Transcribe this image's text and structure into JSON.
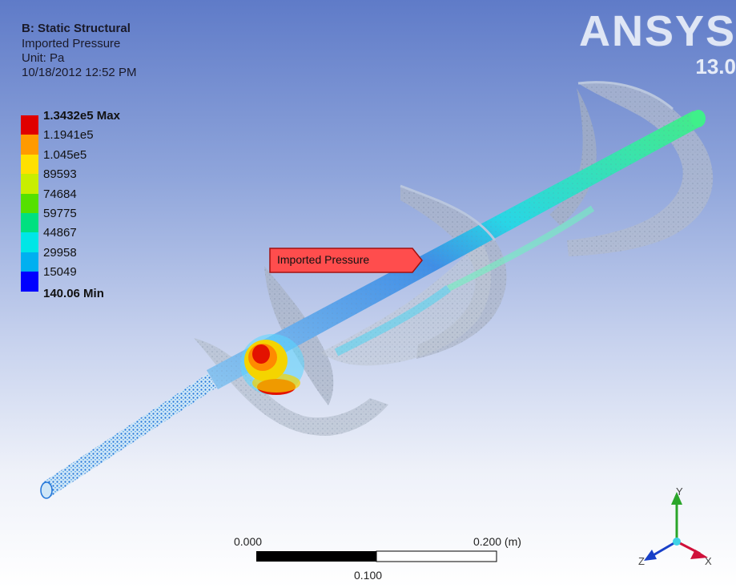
{
  "header": {
    "title": "B: Static Structural",
    "subtitle": "Imported Pressure",
    "unit": "Unit: Pa",
    "timestamp": "10/18/2012 12:52 PM"
  },
  "brand": {
    "logo": "ANSYS",
    "version": "13.0"
  },
  "legend": {
    "max_label": "1.3432e5 Max",
    "levels": [
      "1.1941e5",
      "1.045e5",
      "89593",
      "74684",
      "59775",
      "44867",
      "29958",
      "15049"
    ],
    "min_label": "140.06 Min",
    "colors": [
      "#e00000",
      "#ff9a00",
      "#ffe000",
      "#c8ee00",
      "#55e000",
      "#00e080",
      "#00e6e6",
      "#00b0f0",
      "#0000ff"
    ]
  },
  "annotation": {
    "label": "Imported Pressure",
    "color": "#ff4d4d"
  },
  "scale_bar": {
    "left": "0.000",
    "right": "0.200 (m)",
    "middle": "0.100"
  },
  "triad": {
    "y": "Y",
    "x": "X",
    "z": "Z"
  }
}
